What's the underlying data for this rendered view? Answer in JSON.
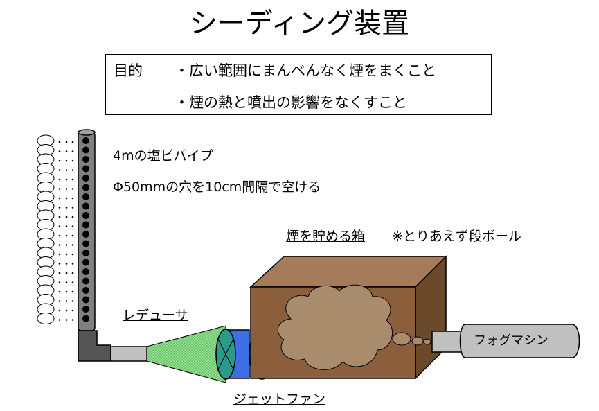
{
  "title": "シーディング装置",
  "purpose": {
    "heading": "目的",
    "items": [
      "・広い範囲にまんべんなく煙をまくこと",
      "・煙の熱と噴出の影響をなくすこと"
    ]
  },
  "labels": {
    "pipe_title": "4mの塩ビパイプ",
    "pipe_holes": "Φ50mmの穴を10cm間隔で空ける",
    "box": "煙を貯める箱",
    "box_note": "※とりあえず段ボール",
    "reducer": "レデューサ",
    "jet_fan": "ジェットファン",
    "fog_machine": "フォグマシン"
  },
  "colors": {
    "pipe": "#808080",
    "box_front": "#8b5e3c",
    "box_top": "#a47c5c",
    "box_side": "#6b4a2c",
    "smoke": "#a88c6c",
    "reducer": "#90e090",
    "fan_front": "#3f6fe6",
    "fan_hub": "#2a9a8a",
    "fog_machine": "#c0c0c0"
  }
}
